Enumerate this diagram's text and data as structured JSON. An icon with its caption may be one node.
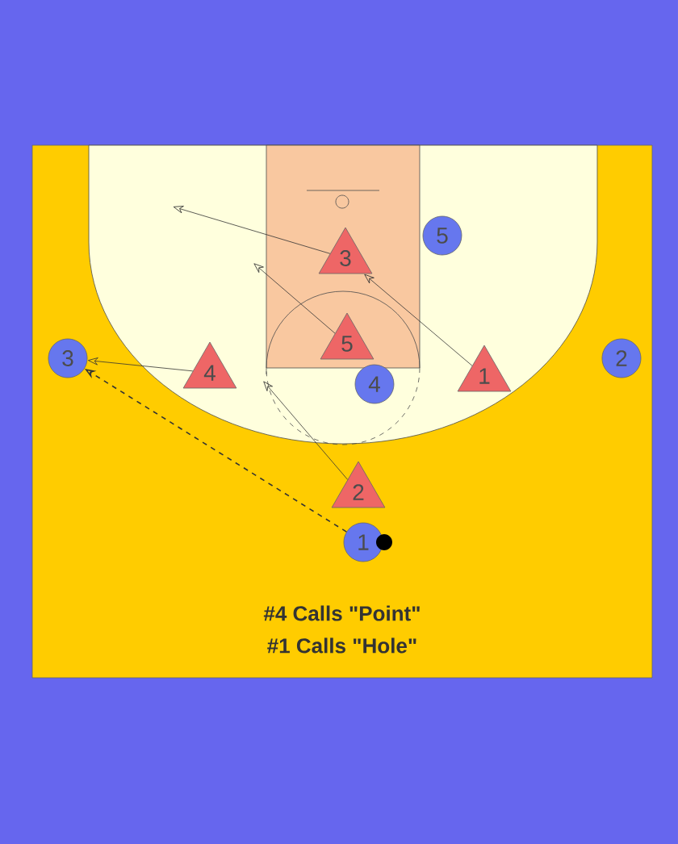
{
  "diagram": {
    "nodes": [
      {
        "text": [
          "3"
        ]
      },
      {
        "text": [
          "5"
        ]
      },
      {
        "text": [
          "3"
        ]
      },
      {
        "text": [
          "4"
        ]
      },
      {
        "text": [
          "5"
        ]
      },
      {
        "text": [
          "1"
        ]
      },
      {
        "text": [
          "4"
        ]
      },
      {
        "text": [
          "2"
        ]
      },
      {
        "text": [
          "2"
        ]
      },
      {
        "text": [
          "1"
        ]
      }
    ],
    "edges": [
      {
        "from": 0,
        "to": null,
        "arrow": "to"
      },
      {
        "from": 4,
        "to": null,
        "arrow": "to"
      },
      {
        "from": 3,
        "to": 2,
        "arrow": "to"
      },
      {
        "from": 5,
        "to": 0,
        "arrow": "to"
      },
      {
        "from": 8,
        "to": null,
        "arrow": "to"
      },
      {
        "from": 9,
        "to": 2,
        "arrow": "to",
        "style": "dashed"
      }
    ],
    "labels": [
      "#4 Calls \"Point\"",
      "#1 Calls \"Hole\""
    ]
  }
}
